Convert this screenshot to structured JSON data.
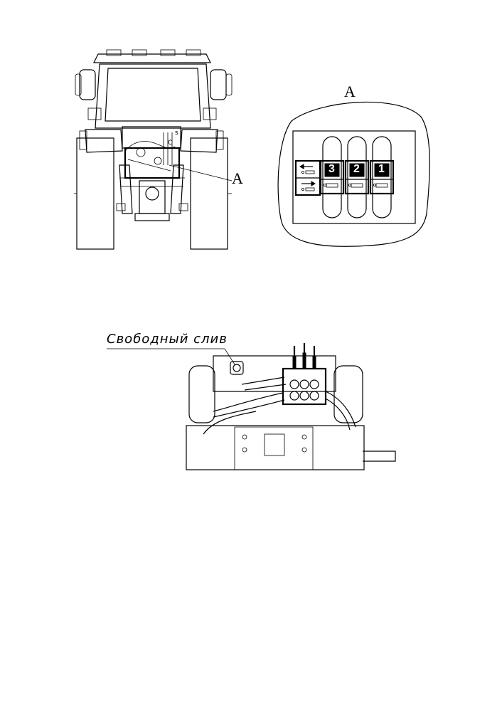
{
  "tractor_view": {
    "callout_letter": "A",
    "small_marks": [
      "C",
      "s"
    ]
  },
  "detail_a": {
    "title": "A",
    "sections": [
      {
        "number": "3"
      },
      {
        "number": "2"
      },
      {
        "number": "1"
      }
    ],
    "legend_symbols": [
      "arrow-left-icon",
      "arrow-right-icon"
    ]
  },
  "hydraulic_view": {
    "label": "Свободный слив"
  }
}
